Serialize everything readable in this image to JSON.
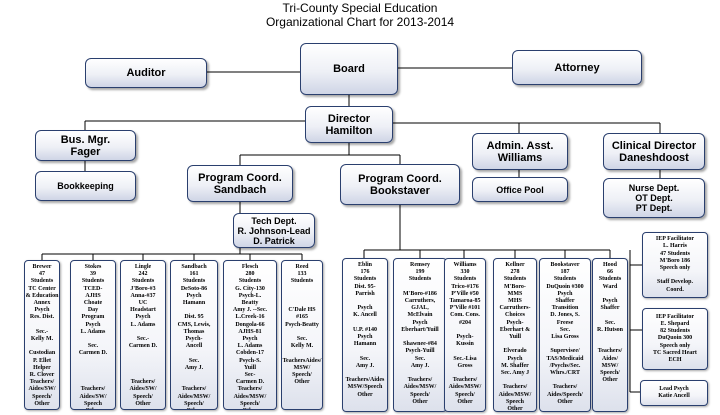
{
  "title": {
    "line1": "Tri-County Special Education",
    "line2": "Organizational Chart for 2013-2014"
  },
  "top": {
    "board": "Board",
    "auditor": "Auditor",
    "attorney": "Attorney",
    "director": "Director\nHamilton"
  },
  "left": {
    "bus_mgr": "Bus. Mgr.\nFager",
    "bookkeeping": "Bookkeeping"
  },
  "right": {
    "admin_asst": "Admin. Asst.\nWilliams",
    "office_pool": "Office Pool",
    "clinical_director": "Clinical Director\nDaneshdoost",
    "nurse": "Nurse Dept.\nOT Dept.\nPT Dept."
  },
  "coords": {
    "sandbach": "Program Coord.\nSandbach",
    "bookstaver": "Program Coord.\nBookstaver",
    "tech": "Tech Dept.\nR. Johnson-Lead\nD. Patrick"
  },
  "columns": [
    {
      "id": "brewer",
      "text": "Brewer\n47\nStudents\nTC Center\n& Education\nAnnex\nPsych\nRes. Dist.\n\nSec.-\nKelly M.\n\nCustodian\nP. Ellet\nHelper\nR. Clover\nTeachers/\nAides/SW/\nSpeech/\nOther"
    },
    {
      "id": "stokes",
      "text": "Stokes\n39\nStudents\nTCED-\nAJHS\nChoate\nDay\nProgram\nPsych\nL. Adams\n\nSec.\nCarmen D.\n\n\n\n\nTeachers/\nAides/SW/\nSpeech\nOther"
    },
    {
      "id": "lingle",
      "text": "Lingle\n242\nStudents\nJ'Boro-#3\nAnna-#37\nUC\nHeadstart\nPsych\nL. Adams\n\nSec.-\nCarmen D.\n\n\n\n\nTeachers/\nAides/SW/\nSpeech/\nOther"
    },
    {
      "id": "sandbach_col",
      "text": "Sandbach\n161\nStudents\nDeSoto-86\nPsych\nHamann\n\nDist. 95\nCMS, Lewis,\nThomas\nPsych-\nAncell\n\nSec.\nAmy J.\n\n\nTeachers/\nAides/MSW/\nSpeech/\nOther"
    },
    {
      "id": "flesch",
      "text": "Flesch\n280\nStudents\nG. City-130\nPsych-L.\nBeatty\nAmy J. --Sec.\nL.Creek-16\nDongola-66\nAJHS-81\nPsych\nL. Adams\nCobden-17\nPsych-S.\nYuill\nSec-\nCarmen D.\nTeachers/\nAides/MSW/\nSpeech/\nOther"
    },
    {
      "id": "reed",
      "text": "Reed\n133\nStudents\n\n\n\nC'Dale HS\n#165\nPsych-Beatty\n\nSec.\nKelly M.\n\nTeachersAides/\nMSW/\nSpeech/\nOther"
    },
    {
      "id": "eblin",
      "text": "Eblin\n176\nStudents\nDist. 95-\nParrish\n\nPsych\nK. Ancell\n\nU.P. #140\nPsych\nHamann\n\nSec.\nAmy J.\n\nTeachers/Aides\nMSW/Speech\nOther"
    },
    {
      "id": "remsey",
      "text": "Remsey\n199\nStudents\n\nM'Boro-#186\nCarruthers,\nGJAL,\nMcElvain\nPsych\nEberhart/Yuill\n\nShawnee-#84\nPsych-Yuill\nSec.\nAmy J.\n\nTeachers/\nAides/MSW/\nSpeech/\nOther"
    },
    {
      "id": "williams",
      "text": "Williams\n330\nStudents\nTrico-#176\nP'Ville #50\nTamaroa-85\nP'Ville #101\nCom. Cons.\n#204\n\nPsych-\nKussin\n\nSec.-Lisa\nGross\n\nTeachers/\nAides/MSW/\nSpeech/\nOther"
    },
    {
      "id": "kellner",
      "text": "Kellner\n278\nStudents\nM'Boro-\nMMS\nMHS\nCarruthers-\nChoices\nPsych-\nEberhart &\nYuill\n\nElverado\nPsych\nM. Shaffer\nSec. Amy J\n\nTeachers/\nAides/MSW/\nSpeech\nOther"
    },
    {
      "id": "bookstaver_col",
      "text": "Bookstaver\n187\nStudents\nDuQuoin #300\nPsych\nShaffer\nTransition\nD. Jones, S.\nFreese\nSec.\nLisa Gross\n\nSupervisee/\nTAS/Medicaid\n/Psychs/Sec.\nWhrs./CRT\n\nTeachers/\nAides/Speech/\nOther"
    },
    {
      "id": "hood",
      "text": "Hood\n66\nStudents\nWard\n\nPsych\nShaffer\n\nSec.\nR. Hutson\n\n\nTeachers/\nAides/\nMSW/\nSpeech/\nOther"
    }
  ],
  "side": {
    "iep1": "IEP Facilitator\nL. Harris\n47 Students\nM'Boro 186\nSpeech only\n\nStaff Develop.\nCoord.",
    "iep2": "IEP Facilitator\nE. Shepard\n82 Students\nDuQuoin 300\nSpeech only\nTC Sacred Heart\nECH",
    "lead_psych": "Lead Psych\nKatie Ancell"
  }
}
